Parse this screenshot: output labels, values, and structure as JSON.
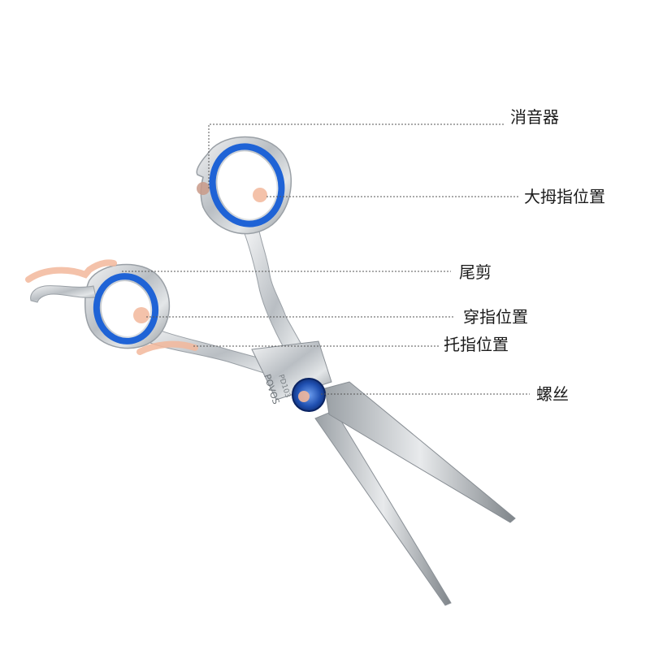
{
  "labels": {
    "silencer": "消音器",
    "thumb_position": "大拇指位置",
    "tail": "尾剪",
    "ring_finger_position": "穿指位置",
    "finger_rest_position": "托指位置",
    "screw": "螺丝"
  },
  "engraving": {
    "brand": "POVOS",
    "model": "PD103"
  },
  "colors": {
    "ring_accent": "#1f63d6",
    "highlight": "#f2b79b",
    "leader_line": "#555555",
    "steel": "#c8ccd0"
  }
}
